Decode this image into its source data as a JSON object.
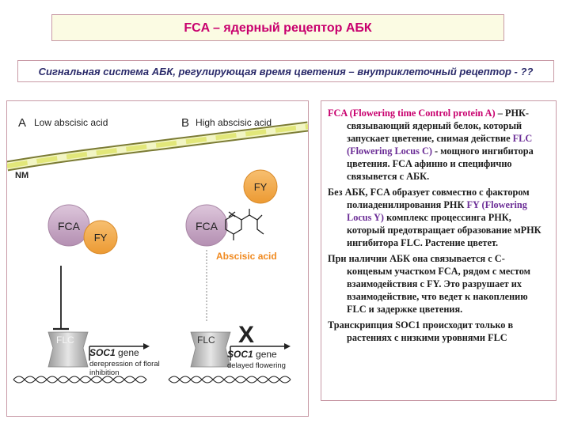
{
  "title": "FCA – ядерный рецептор АБК",
  "subtitle": "Сигнальная система АБК, регулирующая время цветения – внутриклеточный рецептор - ??",
  "figure": {
    "panel_a_letter": "A",
    "panel_a_label": "Low abscisic acid",
    "panel_b_letter": "B",
    "panel_b_label": "High abscisic acid",
    "nm_label": "NM",
    "fca": "FCA",
    "fy": "FY",
    "flc": "FLC",
    "abscisic_acid": "Abscisic acid",
    "soc1_gene_a_italic": "SOC1",
    "soc1_gene_a_rest": " gene",
    "soc1_a_note_line1": "derepression of floral",
    "soc1_a_note_line2": "inhibition",
    "soc1_gene_b_italic": "SOC1",
    "soc1_gene_b_rest": " gene",
    "soc1_b_note": "delayed flowering",
    "block_mark": "X"
  },
  "paragraphs": [
    [
      {
        "t": "FCA (Flowering time Control protein A)",
        "c": "m"
      },
      {
        "t": " – РНК-связывающий ядерный белок, который запускает цветение, снимая действие ",
        "c": ""
      },
      {
        "t": "FLC (Flowering Locus C)",
        "c": "p"
      },
      {
        "t": " - мощного ингибитора цветения. FCA афинно и специфично связывется с АБК.",
        "c": ""
      }
    ],
    [
      {
        "t": "Без АБК,  FCA образует совместно с фактором полиаденилирования РНК ",
        "c": ""
      },
      {
        "t": "FY (Flowering Locus Y)",
        "c": "p"
      },
      {
        "t": " комплекс процессинга РНК, который предотвращает образование мРНК ингибитора FLC. Растение цветет.",
        "c": ""
      }
    ],
    [
      {
        "t": "При наличии АБК она связывается с C-концевым участком FCA, рядом с местом взаимодействия с FY. Это разрушает их взаимодействие, что ведет к накоплению FLC  и задержке цветения.",
        "c": ""
      }
    ],
    [
      {
        "t": "Транскрипция SOC1 происходит только в растениях с низкими уровнями FLC",
        "c": ""
      }
    ]
  ],
  "colors": {
    "accent": "#c8006e",
    "purple": "#6b2d96",
    "fca_fill": "#c9aac6",
    "fy_fill": "#f2a445",
    "abscisic": "#f08a20"
  }
}
